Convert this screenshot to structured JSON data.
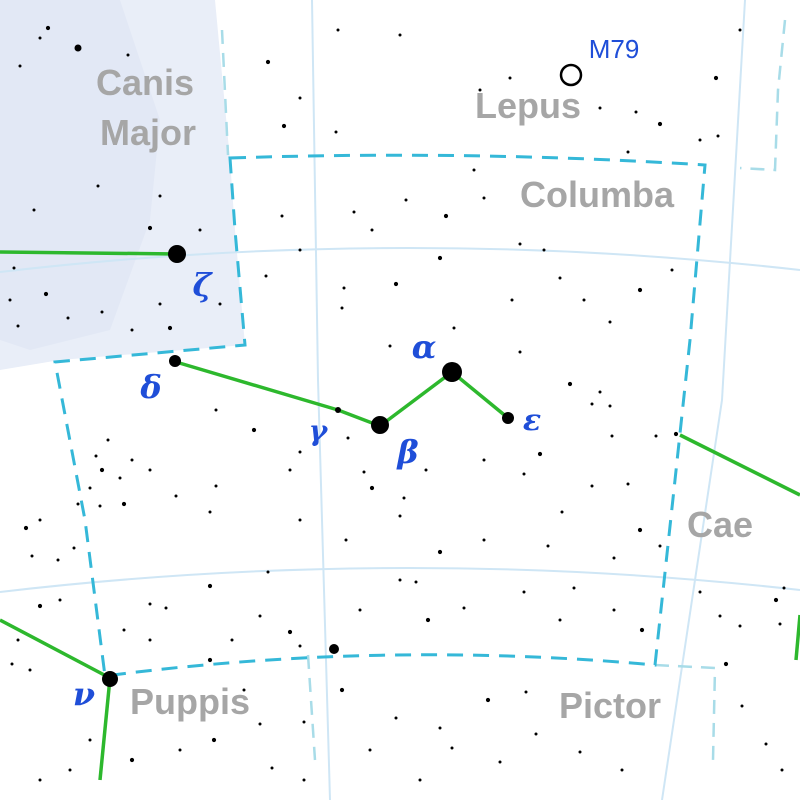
{
  "map": {
    "constellations": {
      "canis_major_line1": "Canis",
      "canis_major_line2": "Major",
      "lepus": "Lepus",
      "columba": "Columba",
      "caelum": "Cae",
      "puppis": "Puppis",
      "pictor": "Pictor"
    },
    "stars": {
      "alpha": "α",
      "beta": "β",
      "gamma": "γ",
      "delta": "δ",
      "epsilon": "ε",
      "zeta": "ζ",
      "nu": "ν"
    },
    "deep_sky": {
      "m79": "M79"
    },
    "colors": {
      "constellation_line": "#2db82d",
      "boundary": "#35b8d8",
      "neighbor_boundary": "#a8dce8",
      "grid": "#cfe6f5",
      "milky_way": "#e9eef8",
      "star_label": "#1f4ed8",
      "neighbor_label": "#a6a6a6"
    }
  }
}
